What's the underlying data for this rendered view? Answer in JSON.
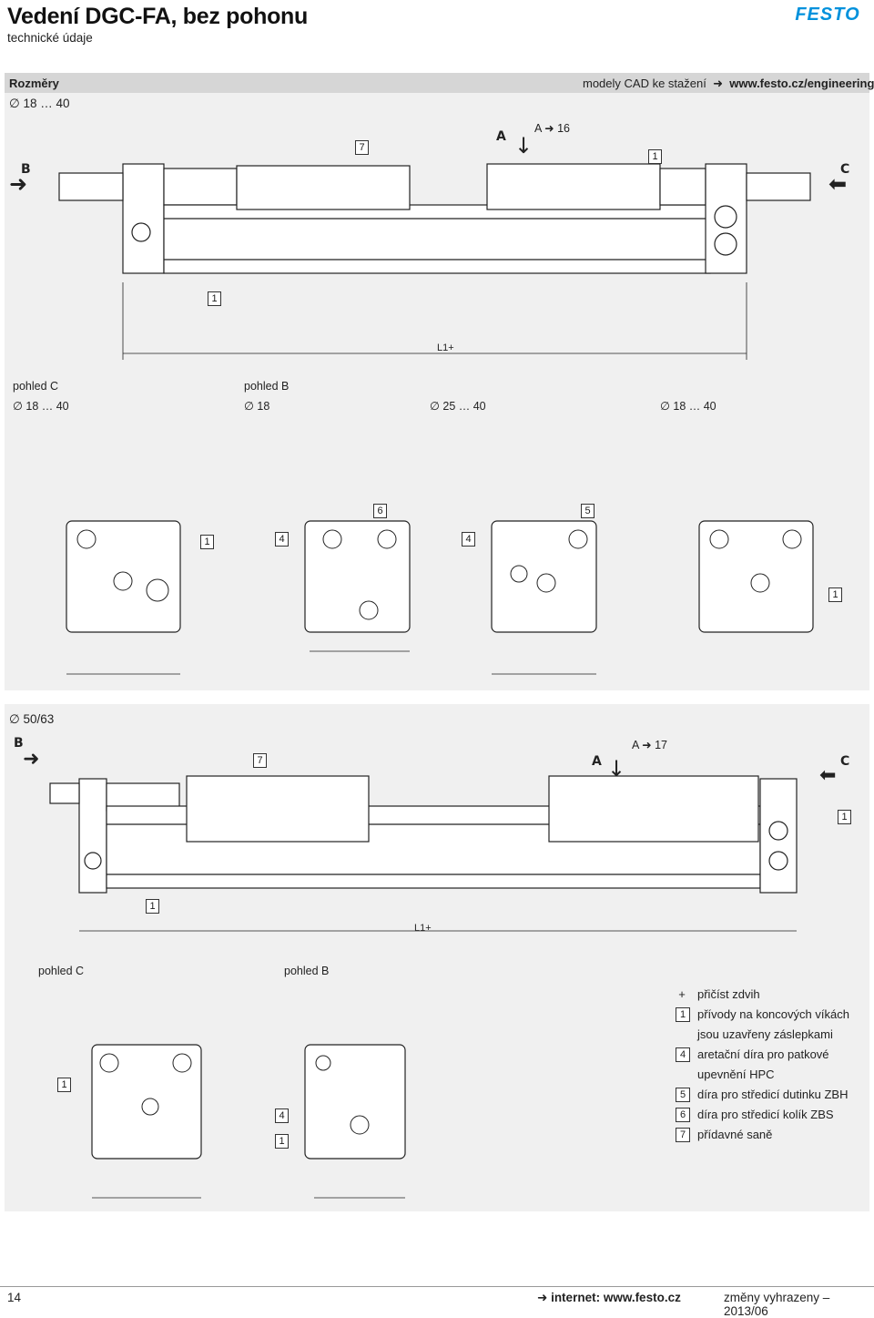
{
  "header": {
    "title": "Vedení DGC-FA, bez pohonu",
    "subtitle": "technické údaje",
    "brand": "FESTO",
    "brand_color": "#0091dc"
  },
  "section1": {
    "heading": "Rozměry",
    "size_range": "18 … 40",
    "cad_text": "modely CAD ke stažení",
    "cad_url_bold": "www.festo.",
    "cad_url_rest": "cz/engineering",
    "views": {
      "view_c_label": "pohled C",
      "view_c_size": "18 … 40",
      "view_b_label": "pohled B",
      "view_b_size_1": "18",
      "view_b_size_2": "25 … 40",
      "view_b_size_3": "18 … 40"
    },
    "annotations": {
      "A_ref": "16",
      "box7": "7",
      "box1": "1",
      "box6": "6",
      "box5": "5",
      "box4": "4",
      "L1": "L1+"
    }
  },
  "section2": {
    "size": "50/63",
    "A_ref": "17",
    "view_c_label": "pohled C",
    "view_b_label": "pohled B"
  },
  "legend": [
    {
      "key": "+",
      "text": "přičíst zdvih"
    },
    {
      "key": "1",
      "text": "přívody na koncových víkách"
    },
    {
      "key": "",
      "text": "jsou uzavřeny záslepkami"
    },
    {
      "key": "4",
      "text": "aretační díra pro patkové"
    },
    {
      "key": "",
      "text": "upevnění HPC"
    },
    {
      "key": "5",
      "text": "díra pro středicí dutinku ZBH"
    },
    {
      "key": "6",
      "text": "díra pro středicí kolík ZBS"
    },
    {
      "key": "7",
      "text": "přídavné saně"
    }
  ],
  "footer": {
    "page": "14",
    "internet_label": "internet: www.festo.cz",
    "notice": "změny vyhrazeny – 2013/06"
  },
  "icons": [
    "diameter-icon",
    "arrow-right-icon",
    "arrow-down-icon",
    "arrow-left-icon"
  ]
}
